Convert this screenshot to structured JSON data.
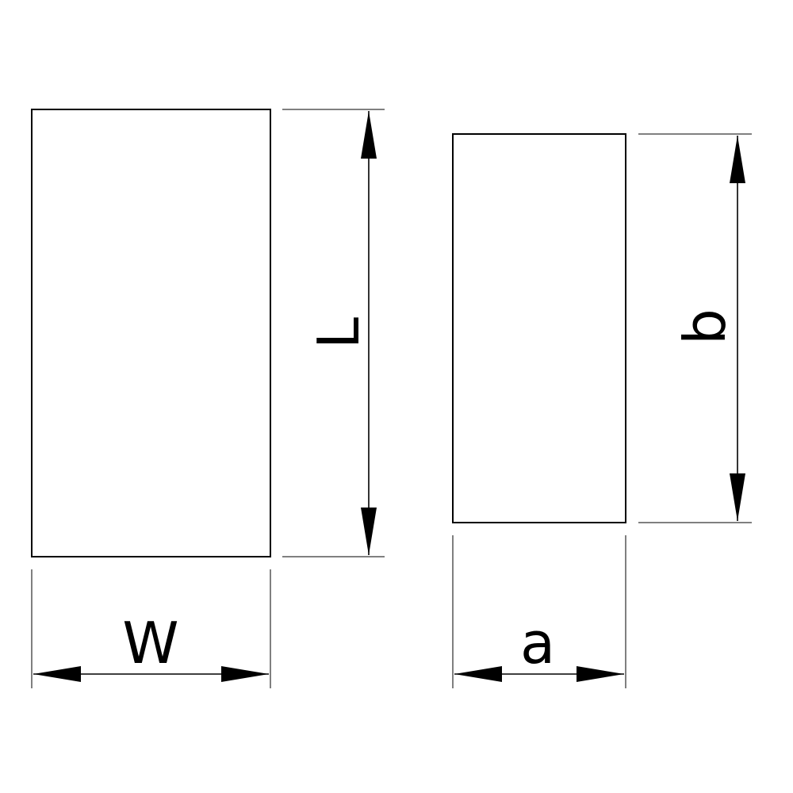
{
  "colors": {
    "background": "#ffffff",
    "stroke": "#000000"
  },
  "labels": {
    "length": "L",
    "width": "W",
    "b": "b",
    "a": "a"
  }
}
